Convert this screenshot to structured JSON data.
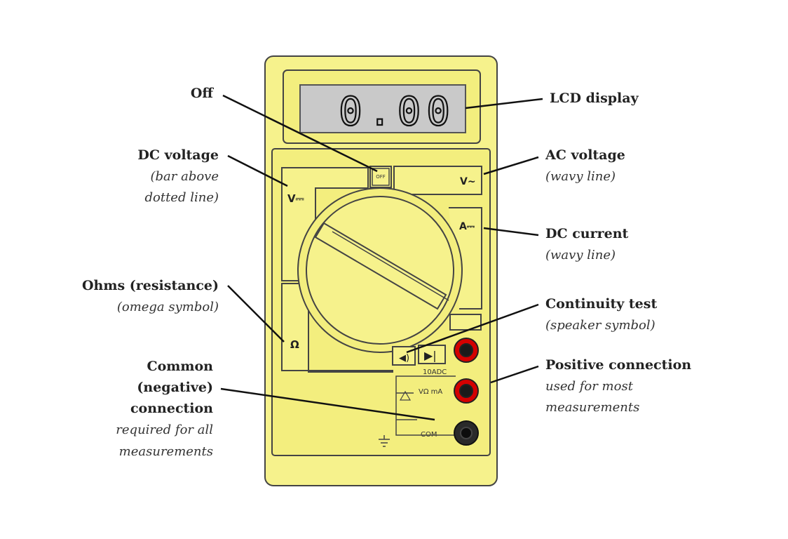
{
  "display": {
    "reading": "0.00"
  },
  "dial_marks": {
    "off": "OFF",
    "dc_voltage_symbol": "V⎓",
    "ac_voltage_symbol": "V~",
    "dc_current_symbol": "A⎓",
    "ohms_symbol": "Ω"
  },
  "jacks": {
    "top_label": "10ADC",
    "mid_label": "VΩ mA",
    "com_label": "COM"
  },
  "callouts": {
    "lcd": {
      "title": "LCD display"
    },
    "off": {
      "title": "Off"
    },
    "dc_voltage": {
      "title": "DC voltage",
      "sub1": "(bar above",
      "sub2": "dotted line)"
    },
    "ac_voltage": {
      "title": "AC voltage",
      "sub1": "(wavy line)"
    },
    "dc_current": {
      "title": "DC current",
      "sub1": "(wavy line)"
    },
    "ohms": {
      "title": "Ohms (resistance)",
      "sub1": "(omega symbol)"
    },
    "continuity": {
      "title": "Continuity test",
      "sub1": "(speaker symbol)"
    },
    "common": {
      "line1": "Common",
      "line2": "(negative)",
      "line3": "connection",
      "sub1": "required for all",
      "sub2": "measurements"
    },
    "positive": {
      "title": "Positive connection",
      "sub1": "used for most",
      "sub2": "measurements"
    }
  },
  "colors": {
    "body": "#f6f28c",
    "outline": "#444444",
    "lcd": "#c9c9c9",
    "jack_ring": "#d40000"
  }
}
